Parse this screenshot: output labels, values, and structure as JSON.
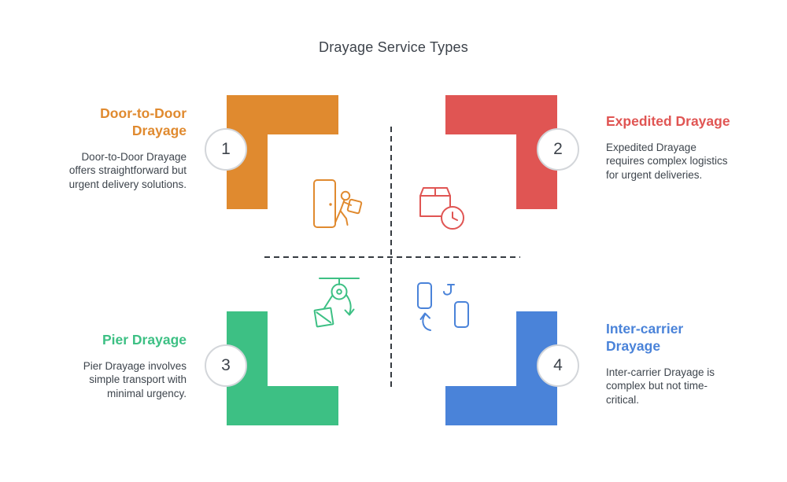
{
  "title": "Drayage Service Types",
  "colors": {
    "background": "#FFFFFF",
    "title_text": "#3D434B",
    "body_text": "#3E454D",
    "axis_dash": "#363B41",
    "badge_border": "#D3D6DA",
    "badge_number": "#3D434B"
  },
  "quadrants": [
    {
      "number": "1",
      "heading": "Door-to-Door\nDrayage",
      "description": "Door-to-Door Drayage\noffers straightforward but\nurgent delivery solutions.",
      "color": "#E08A2F",
      "icon": "person-carrying-box-through-door-icon"
    },
    {
      "number": "2",
      "heading": "Expedited Drayage",
      "description": "Expedited Drayage\nrequires complex logistics\nfor urgent deliveries.",
      "color": "#E05553",
      "icon": "package-with-clock-icon"
    },
    {
      "number": "3",
      "heading": "Pier Drayage",
      "description": "Pier Drayage involves\nsimple transport with\nminimal urgency.",
      "color": "#3DC084",
      "icon": "pulley-lifting-crate-icon"
    },
    {
      "number": "4",
      "heading": "Inter-carrier\nDrayage",
      "description": "Inter-carrier Drayage is\ncomplex but not time-\ncritical.",
      "color": "#4A83D9",
      "icon": "container-swap-with-hook-icon"
    }
  ]
}
